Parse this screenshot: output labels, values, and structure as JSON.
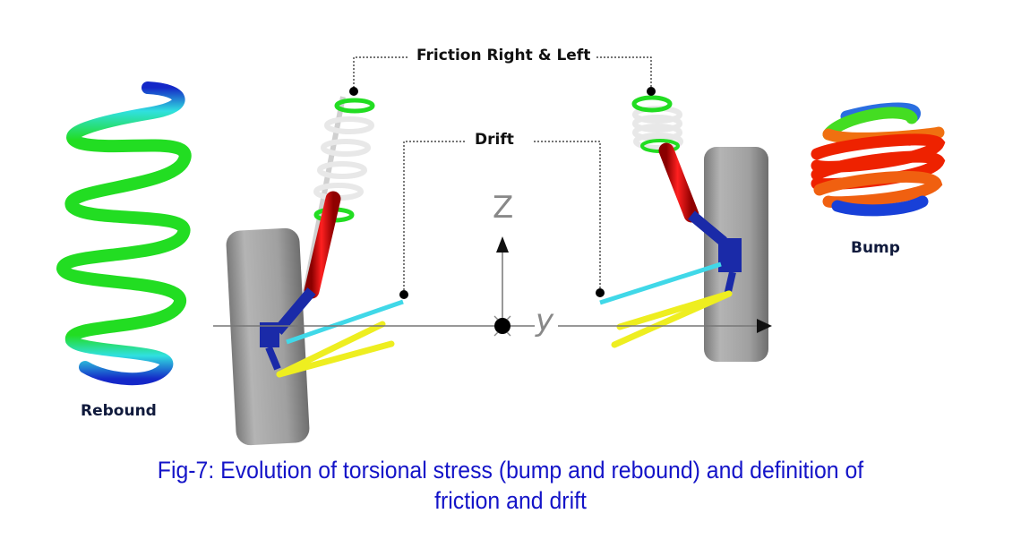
{
  "figure": {
    "callouts": {
      "friction": "Friction Right & Left",
      "drift": "Drift"
    },
    "states": {
      "rebound": "Rebound",
      "bump": "Bump"
    },
    "axes": {
      "vertical": "Z",
      "horizontal": "y"
    },
    "caption": {
      "line1": "Fig-7: Evolution of torsional stress (bump and rebound) and definition of",
      "line2": "friction and drift"
    },
    "colors": {
      "caption": "#1414c8",
      "damper": "#d80000",
      "spring_seat": "#22dd22",
      "knuckle": "#1a2aa8",
      "tie_rod": "#40d8e8",
      "wishbone": "#eeee20",
      "tire": "#a8a8a8"
    }
  }
}
